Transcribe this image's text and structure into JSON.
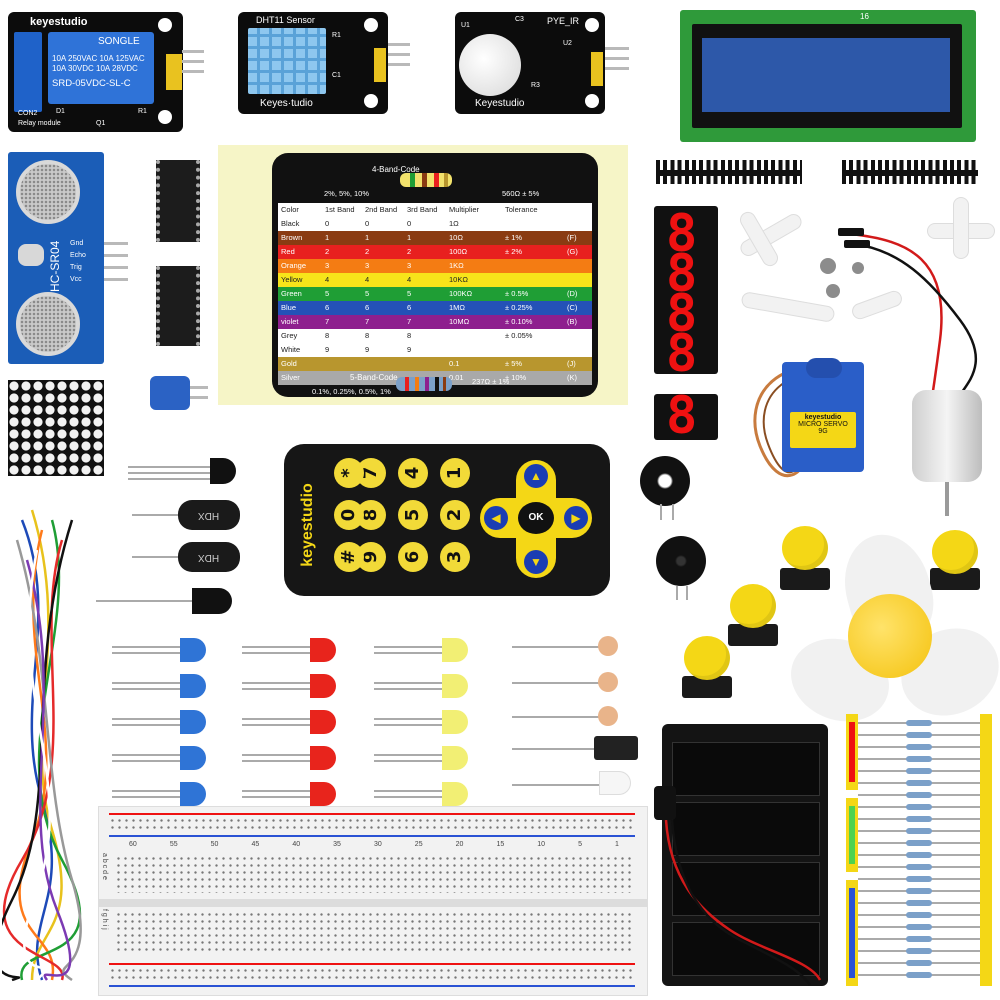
{
  "relay": {
    "brand": "keyestudio",
    "relay_brand": "SONGLE",
    "spec1": "10A 250VAC  10A 125VAC",
    "spec2": "10A 30VDC  10A 28VDC",
    "model": "SRD-05VDC-SL-C",
    "footer": "Relay module",
    "label_q1": "Q1",
    "label_r1": "R1",
    "label_d1": "D1",
    "label_con2": "CON2"
  },
  "dht11": {
    "title": "DHT11 Sensor",
    "brand": "Keyes·tudio",
    "label_r1": "R1",
    "label_c1": "C1"
  },
  "pir": {
    "title": "PYE_IR",
    "brand": "Keyestudio",
    "label_u1": "U1",
    "label_u2": "U2",
    "label_r3": "R3",
    "label_c3": "C3"
  },
  "lcd": {
    "label": "16"
  },
  "ultrasonic": {
    "model": "HC-SR04",
    "pins": [
      "Gnd",
      "Echo",
      "Trig",
      "Vcc"
    ]
  },
  "resistor_card": {
    "top_code": "4-Band-Code",
    "top_tol_left": "2%, 5%, 10%",
    "top_example": "560Ω ± 5%",
    "headers": [
      "Color",
      "1st Band",
      "2nd Band",
      "3rd Band",
      "Multiplier",
      "Tolerance"
    ],
    "rows": [
      {
        "color": "Black",
        "b1": "0",
        "b2": "0",
        "b3": "0",
        "mult": "1Ω",
        "tol": "",
        "code": "",
        "bg": "#ffffff",
        "fg": "#222222"
      },
      {
        "color": "Brown",
        "b1": "1",
        "b2": "1",
        "b3": "1",
        "mult": "10Ω",
        "tol": "± 1%",
        "code": "(F)",
        "bg": "#8a3b12",
        "fg": "#ffffff"
      },
      {
        "color": "Red",
        "b1": "2",
        "b2": "2",
        "b3": "2",
        "mult": "100Ω",
        "tol": "± 2%",
        "code": "(G)",
        "bg": "#e8201f",
        "fg": "#ffffff"
      },
      {
        "color": "Orange",
        "b1": "3",
        "b2": "3",
        "b3": "3",
        "mult": "1KΩ",
        "tol": "",
        "code": "",
        "bg": "#f47c13",
        "fg": "#ffffff"
      },
      {
        "color": "Yellow",
        "b1": "4",
        "b2": "4",
        "b3": "4",
        "mult": "10KΩ",
        "tol": "",
        "code": "",
        "bg": "#f7e41a",
        "fg": "#222222"
      },
      {
        "color": "Green",
        "b1": "5",
        "b2": "5",
        "b3": "5",
        "mult": "100KΩ",
        "tol": "± 0.5%",
        "code": "(D)",
        "bg": "#1f9e35",
        "fg": "#ffffff"
      },
      {
        "color": "Blue",
        "b1": "6",
        "b2": "6",
        "b3": "6",
        "mult": "1MΩ",
        "tol": "± 0.25%",
        "code": "(C)",
        "bg": "#2451b7",
        "fg": "#ffffff"
      },
      {
        "color": "violet",
        "b1": "7",
        "b2": "7",
        "b3": "7",
        "mult": "10MΩ",
        "tol": "± 0.10%",
        "code": "(B)",
        "bg": "#8e1f8e",
        "fg": "#ffffff"
      },
      {
        "color": "Grey",
        "b1": "8",
        "b2": "8",
        "b3": "8",
        "mult": "",
        "tol": "± 0.05%",
        "code": "",
        "bg": "#ffffff",
        "fg": "#222222"
      },
      {
        "color": "White",
        "b1": "9",
        "b2": "9",
        "b3": "9",
        "mult": "",
        "tol": "",
        "code": "",
        "bg": "#ffffff",
        "fg": "#222222"
      },
      {
        "color": "Gold",
        "b1": "",
        "b2": "",
        "b3": "",
        "mult": "0.1",
        "tol": "± 5%",
        "code": "(J)",
        "bg": "#b8962e",
        "fg": "#ffffff"
      },
      {
        "color": "Silver",
        "b1": "",
        "b2": "",
        "b3": "",
        "mult": "0.01",
        "tol": "± 10%",
        "code": "(K)",
        "bg": "#a9a9a9",
        "fg": "#ffffff"
      }
    ],
    "bottom_code": "5-Band-Code",
    "bottom_tol": "0.1%, 0.25%, 0.5%, 1%",
    "bottom_example": "237Ω ± 1%"
  },
  "remote": {
    "brand": "keyestudio",
    "keys": [
      "1",
      "4",
      "7",
      "*",
      "2",
      "5",
      "8",
      "0",
      "3",
      "6",
      "9",
      "#"
    ],
    "ok": "OK"
  },
  "servo": {
    "brand": "keyestudio",
    "label1": "MICRO SERVO",
    "label2": "9G"
  },
  "photo_sensor": {
    "label": "HDX"
  },
  "breadboard": {
    "numbers_top": [
      "60",
      "55",
      "50",
      "45",
      "40",
      "35",
      "30",
      "25",
      "20",
      "15",
      "10",
      "5",
      "1"
    ],
    "letters_top": "a b c d e",
    "letters_bottom": "f g h i j"
  },
  "colors": {
    "pcb": "#0c0c0c",
    "led_blue": "#2f74d6",
    "led_red": "#e8241c",
    "led_yellow": "#f2ef74",
    "button": "#f4d716",
    "lcd": "#2d58a9"
  }
}
